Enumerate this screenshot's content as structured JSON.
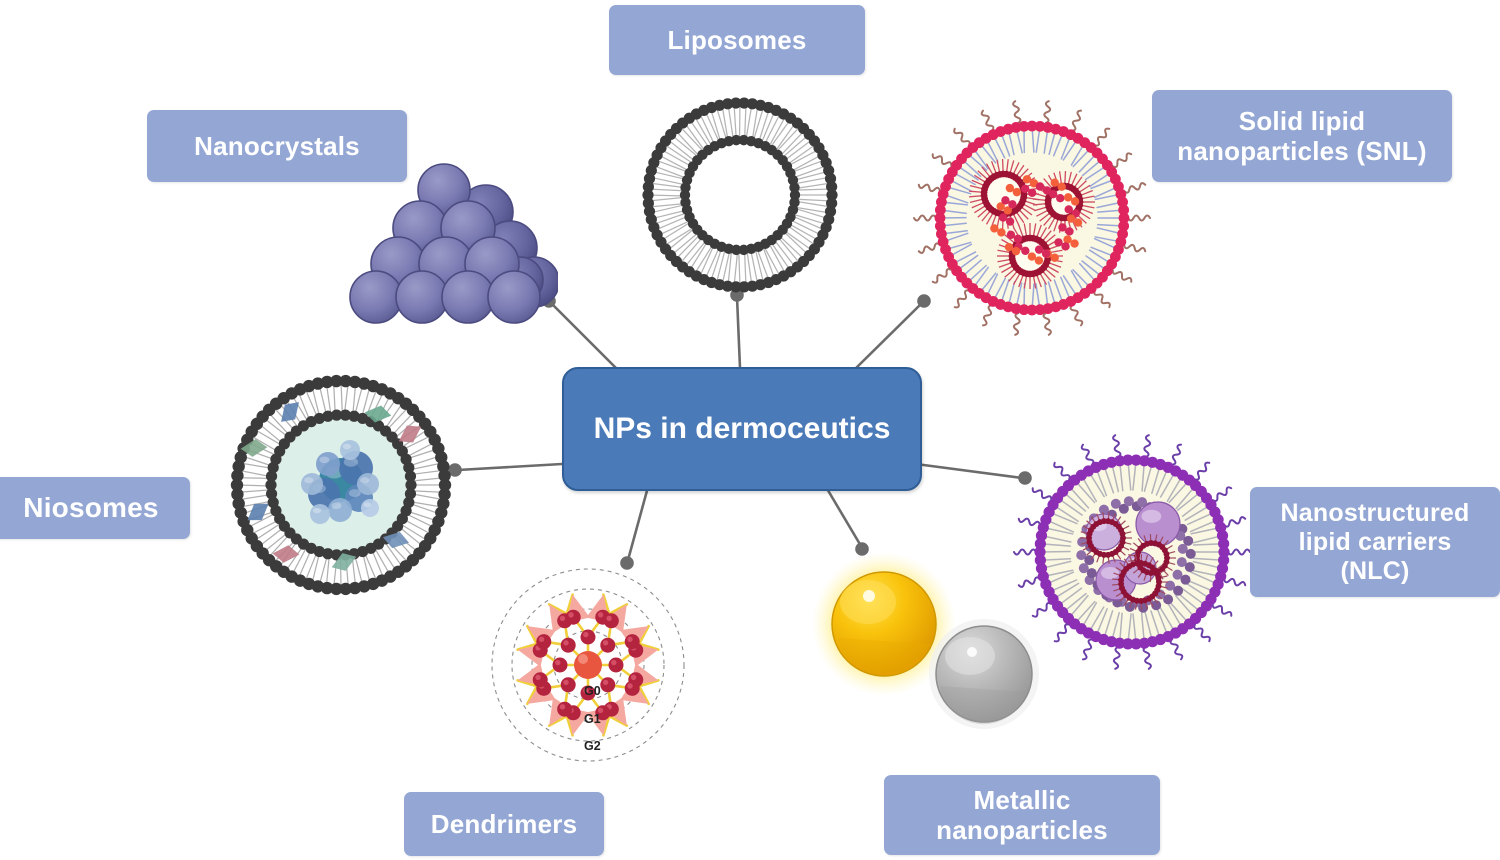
{
  "diagram": {
    "type": "radial-concept-map",
    "center": {
      "label": "NPs in dermoceutics",
      "color": "#4a7ab8",
      "text_color": "#ffffff"
    },
    "label_style": {
      "box_color": "#94a7d4",
      "text_color": "#ffffff"
    },
    "connector_color": "#6b6b6b",
    "nodes": [
      {
        "id": "nanocrystals",
        "label": "Nanocrystals",
        "illustration": "stacked-spheres-pyramid",
        "colors": [
          "#6b6ba5",
          "#8585b8",
          "#565690"
        ]
      },
      {
        "id": "liposomes",
        "label": "Liposomes",
        "illustration": "liposome-bilayer-vesicle",
        "colors": [
          "#3a3a3a",
          "#9a9a9a"
        ]
      },
      {
        "id": "sln",
        "label": "Solid lipid\nnanoparticles (SNL)",
        "illustration": "solid-lipid-nanoparticle",
        "colors": [
          "#d6285a",
          "#f05a3c",
          "#faf7e0",
          "#9c6a5a"
        ]
      },
      {
        "id": "nlc",
        "label": "Nanostructured\nlipid carriers\n(NLC)",
        "illustration": "nanostructured-lipid-carrier",
        "colors": [
          "#7b3fa0",
          "#b98fd0",
          "#faf7e0"
        ]
      },
      {
        "id": "niosomes",
        "label": "Niosomes",
        "illustration": "niosome-bilayer-vesicle",
        "colors": [
          "#3a3a3a",
          "#dff0ec",
          "#2a7f9e"
        ]
      },
      {
        "id": "dendrimers",
        "label": "Dendrimers",
        "illustration": "dendrimer-generations",
        "colors": [
          "#b5243f",
          "#f0d03a",
          "#f5a6a0"
        ]
      },
      {
        "id": "metallic",
        "label": "Metallic\nnanoparticles",
        "illustration": "gold-and-silver-spheres",
        "colors": [
          "#f5b800",
          "#ffee8a",
          "#a8a8a8"
        ]
      }
    ],
    "dendrimer_generations": [
      "G0",
      "G1",
      "G2"
    ]
  }
}
